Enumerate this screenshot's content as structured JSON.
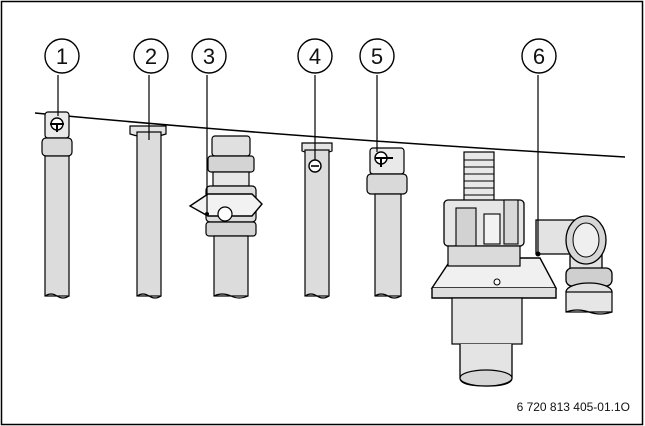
{
  "figure": {
    "reference_code": "6 720 813 405-01.1O",
    "callouts": [
      {
        "number": "1",
        "target": "service-valve-with-lever"
      },
      {
        "number": "2",
        "target": "plain-pipe"
      },
      {
        "number": "3",
        "target": "ball-valve-with-lever"
      },
      {
        "number": "4",
        "target": "pipe-with-drain-plug"
      },
      {
        "number": "5",
        "target": "service-valve-with-lever"
      },
      {
        "number": "6",
        "target": "siphon-condensate-drain"
      }
    ]
  }
}
